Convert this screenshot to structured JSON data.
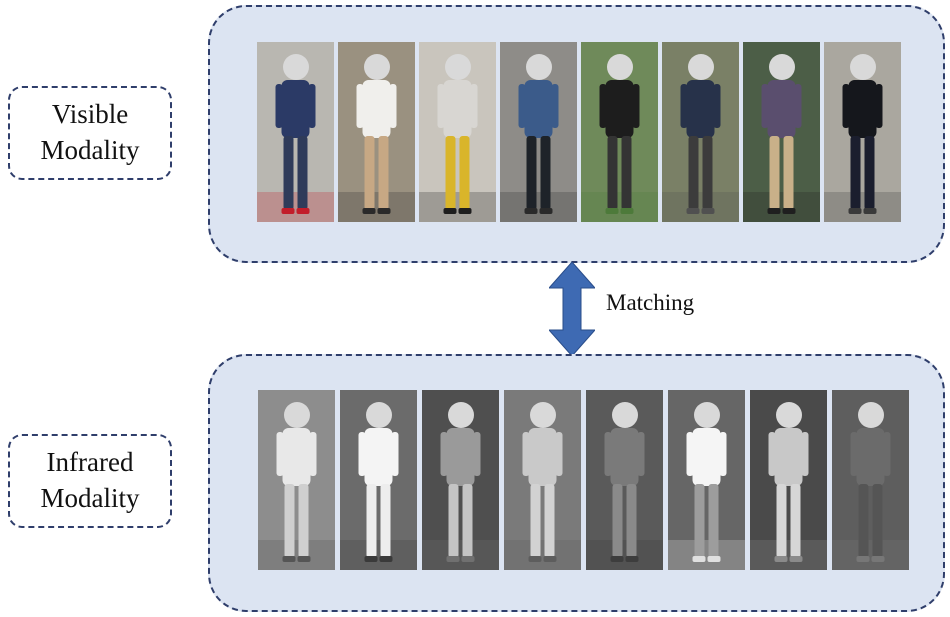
{
  "visible": {
    "label_line1": "Visible",
    "label_line2": "Modality",
    "photos": [
      {
        "bg": "#b9b7b1",
        "body": "#2b3a66",
        "legs": "#2f3b5a",
        "accent": "#c21d2a"
      },
      {
        "bg": "#9a9180",
        "body": "#f0efec",
        "legs": "#c7a884",
        "accent": "#2a2a2a"
      },
      {
        "bg": "#c9c5bd",
        "body": "#d8d6d2",
        "legs": "#d9b52a",
        "accent": "#1e1e1e"
      },
      {
        "bg": "#8e8c88",
        "body": "#3b5b8a",
        "legs": "#1e2329",
        "accent": "#2a2a2a"
      },
      {
        "bg": "#6f8a5a",
        "body": "#1d1d1d",
        "legs": "#343434",
        "accent": "#4d7a3a"
      },
      {
        "bg": "#7a8066",
        "body": "#27324a",
        "legs": "#3c3c3c",
        "accent": "#505050"
      },
      {
        "bg": "#4c5e47",
        "body": "#5a4e6e",
        "legs": "#c9b089",
        "accent": "#1f1f1f"
      },
      {
        "bg": "#aaa79f",
        "body": "#15171c",
        "legs": "#1b1e2e",
        "accent": "#3a3a3a"
      }
    ]
  },
  "infrared": {
    "label_line1": "Infrared",
    "label_line2": "Modality",
    "photos": [
      {
        "bg": "#8d8d8d",
        "body": "#e8e8e8",
        "legs": "#cfcfcf",
        "accent": "#555555"
      },
      {
        "bg": "#6b6b6b",
        "body": "#f4f4f4",
        "legs": "#ededed",
        "accent": "#3a3a3a"
      },
      {
        "bg": "#4f4f4f",
        "body": "#9a9a9a",
        "legs": "#c4c4c4",
        "accent": "#707070"
      },
      {
        "bg": "#7a7a7a",
        "body": "#c9c9c9",
        "legs": "#d2d2d2",
        "accent": "#5d5d5d"
      },
      {
        "bg": "#5a5a5a",
        "body": "#7a7a7a",
        "legs": "#8a8a8a",
        "accent": "#3d3d3d"
      },
      {
        "bg": "#666666",
        "body": "#f5f5f5",
        "legs": "#9d9d9d",
        "accent": "#e0e0e0"
      },
      {
        "bg": "#4a4a4a",
        "body": "#c8c8c8",
        "legs": "#d6d6d6",
        "accent": "#8a8a8a"
      },
      {
        "bg": "#5e5e5e",
        "body": "#6b6b6b",
        "legs": "#555555",
        "accent": "#777777"
      }
    ]
  },
  "matching": {
    "label": "Matching",
    "arrow_color": "#3e6ab3"
  }
}
